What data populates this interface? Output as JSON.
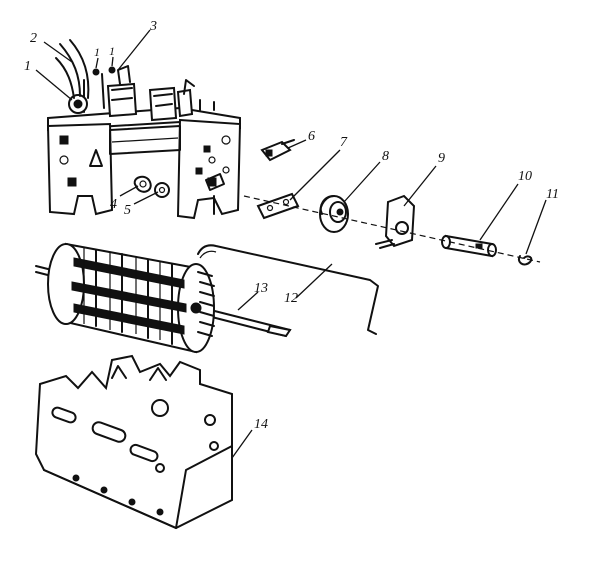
{
  "callouts": [
    {
      "id": "1",
      "label": "1"
    },
    {
      "id": "2",
      "label": "2"
    },
    {
      "id": "3",
      "label": "3"
    },
    {
      "id": "4",
      "label": "4"
    },
    {
      "id": "5",
      "label": "5"
    },
    {
      "id": "6",
      "label": "6"
    },
    {
      "id": "7",
      "label": "7"
    },
    {
      "id": "8",
      "label": "8"
    },
    {
      "id": "9",
      "label": "9"
    },
    {
      "id": "10",
      "label": "10"
    },
    {
      "id": "11",
      "label": "11"
    },
    {
      "id": "12",
      "label": "12"
    },
    {
      "id": "13",
      "label": "13"
    },
    {
      "id": "14",
      "label": "14"
    }
  ],
  "small_marks": {
    "left": "1",
    "right": "1"
  }
}
